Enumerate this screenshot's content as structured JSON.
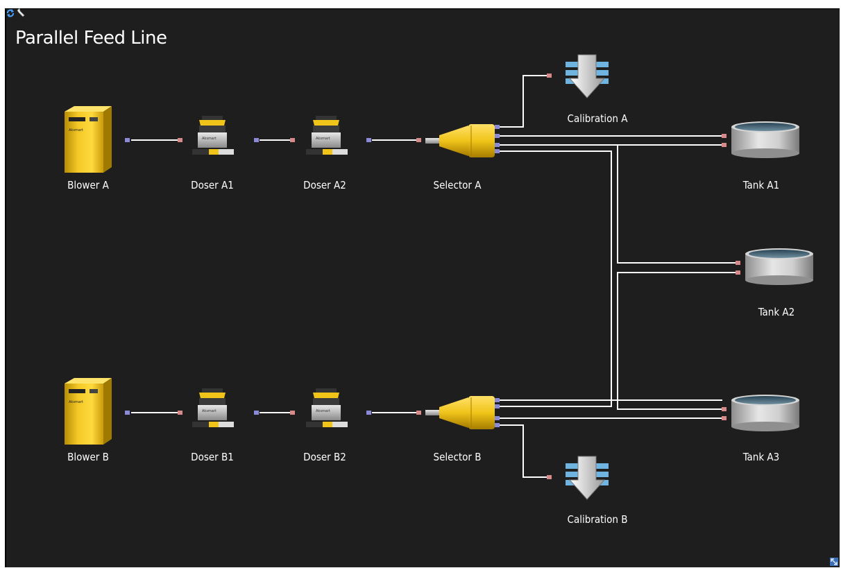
{
  "title": "Parallel Feed Line",
  "devices": {
    "blower_a": "Blower A",
    "doser_a1": "Doser A1",
    "doser_a2": "Doser A2",
    "selector_a": "Selector A",
    "calibration_a": "Calibration A",
    "tank_a1": "Tank A1",
    "tank_a2": "Tank A2",
    "tank_a3": "Tank A3",
    "blower_b": "Blower B",
    "doser_b1": "Doser B1",
    "doser_b2": "Doser B2",
    "selector_b": "Selector B",
    "calibration_b": "Calibration B"
  },
  "device_brand": "Aksmart",
  "icons": {
    "top_left": [
      "refresh-arrows-icon",
      "wrench-icon"
    ],
    "bottom_right": "resize-icon"
  },
  "colors": {
    "background": "#1e1e1e",
    "pipe": "#ffffff",
    "port_in": "#8a8ad8",
    "port_out": "#d88a8a",
    "device_yellow": "#f0c419"
  }
}
